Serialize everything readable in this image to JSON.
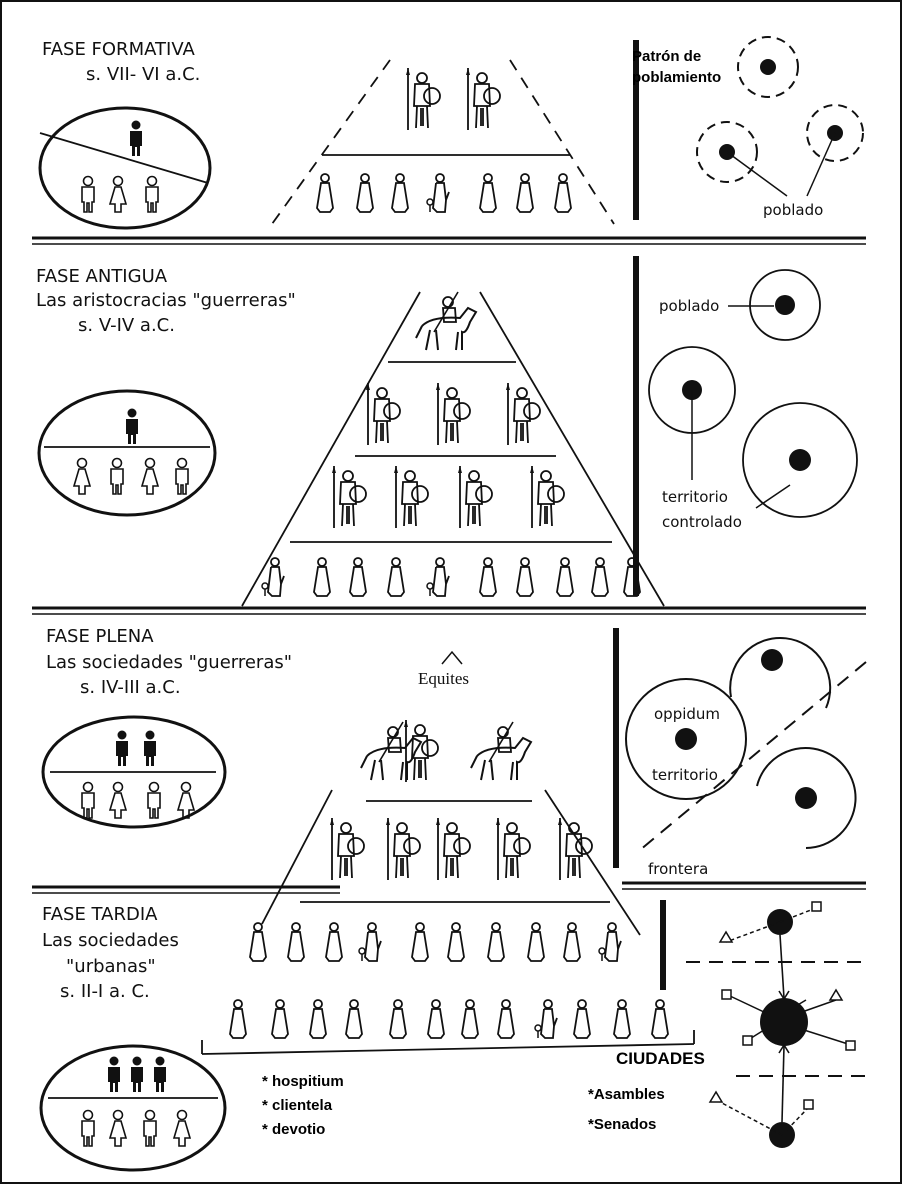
{
  "phases": [
    {
      "title": "FASE FORMATIVA",
      "subtitle": "",
      "date": "s. VII- VI a.C."
    },
    {
      "title": "FASE ANTIGUA",
      "subtitle": "Las aristocracias \"guerreras\"",
      "date": "s. V-IV a.C."
    },
    {
      "title": "FASE PLENA",
      "subtitle": "Las sociedades \"guerreras\"",
      "date": "s. IV-III a.C."
    },
    {
      "title": "FASE TARDIA",
      "subtitle_line1": "Las sociedades",
      "subtitle_line2": "\"urbanas\"",
      "date": "s. II-I a. C."
    }
  ],
  "settlement": {
    "title_line1": "Patrón de",
    "title_line2": "poblamiento",
    "poblado_1": "poblado",
    "poblado_2": "poblado",
    "territorio_controlado_1": "territorio",
    "territorio_controlado_2": "controlado",
    "oppidum": "oppidum",
    "territorio": "territorio",
    "frontera": "frontera",
    "ciudades": "CIUDADES"
  },
  "equites_label": "Equites",
  "institutions_left": [
    "* hospitium",
    "* clientela",
    "* devotio"
  ],
  "institutions_right": [
    "*Asambles",
    "*Senados"
  ],
  "colors": {
    "ink": "#111111",
    "background": "#ffffff"
  }
}
